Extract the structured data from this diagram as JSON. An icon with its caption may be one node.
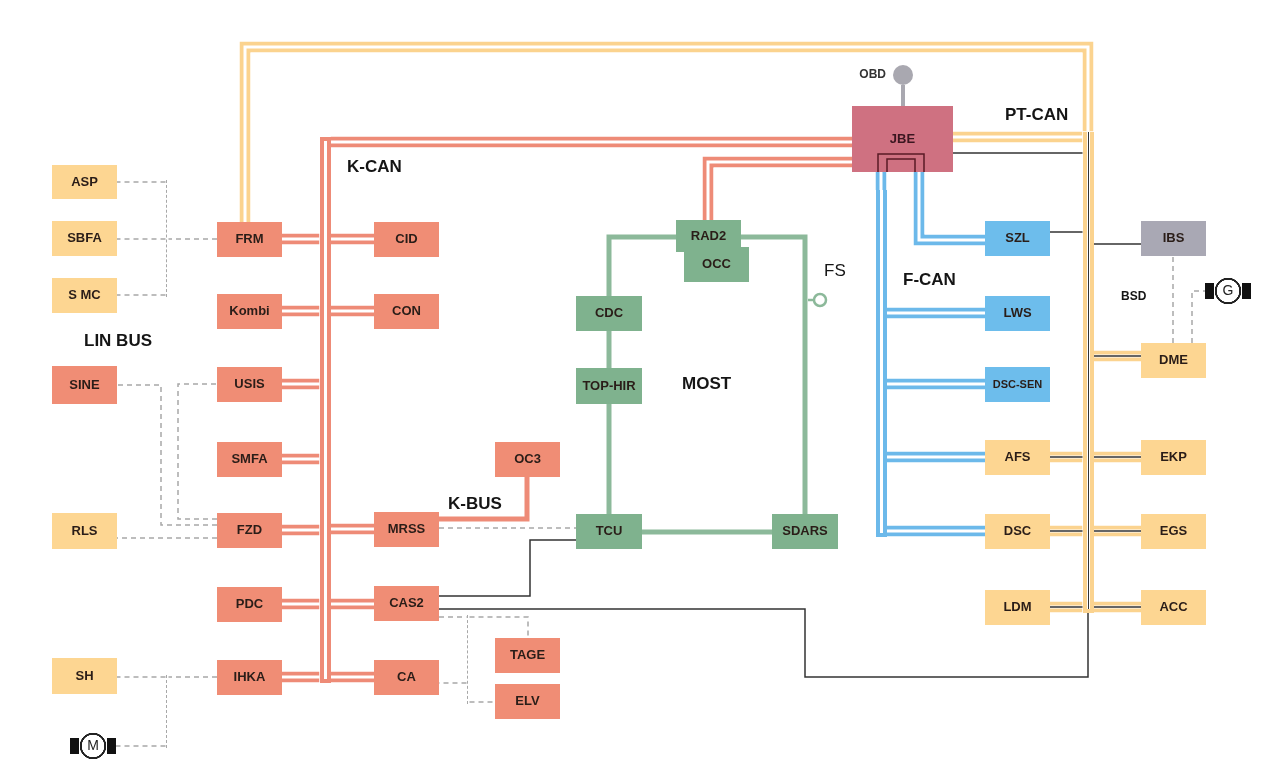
{
  "diagram": {
    "nodes": [
      {
        "text": [],
        "shape": "circle",
        "beside": [
          "OBD"
        ]
      },
      {
        "text": [
          "JBE"
        ]
      },
      {
        "text": [
          "ASP"
        ]
      },
      {
        "text": [
          "SBFA"
        ]
      },
      {
        "text": [
          "S MC"
        ]
      },
      {
        "text": [
          "FRM"
        ]
      },
      {
        "text": [
          "CID"
        ]
      },
      {
        "text": [
          "RAD2"
        ]
      },
      {
        "text": [
          "OCC"
        ]
      },
      {
        "text": [
          "SZL"
        ]
      },
      {
        "text": [
          "IBS"
        ]
      },
      {
        "text": [
          "Kombi"
        ]
      },
      {
        "text": [
          "CON"
        ]
      },
      {
        "text": [
          "CDC"
        ]
      },
      {
        "text": [
          "LWS"
        ]
      },
      {
        "text": [
          "G"
        ]
      },
      {
        "text": [
          "DME"
        ]
      },
      {
        "text": [
          "SINE"
        ]
      },
      {
        "text": [
          "USIS"
        ]
      },
      {
        "text": [
          "TOP-HIR"
        ]
      },
      {
        "text": [
          "DSC-SEN"
        ]
      },
      {
        "text": [
          "SMFA"
        ]
      },
      {
        "text": [
          "OC3"
        ]
      },
      {
        "text": [
          "AFS"
        ]
      },
      {
        "text": [
          "EKP"
        ]
      },
      {
        "text": [
          "RLS"
        ]
      },
      {
        "text": [
          "FZD"
        ]
      },
      {
        "text": [
          "MRSS"
        ]
      },
      {
        "text": [
          "TCU"
        ]
      },
      {
        "text": [
          "SDARS"
        ]
      },
      {
        "text": [
          "DSC"
        ]
      },
      {
        "text": [
          "EGS"
        ]
      },
      {
        "text": [
          "PDC"
        ]
      },
      {
        "text": [
          "CAS2"
        ]
      },
      {
        "text": [
          "LDM"
        ]
      },
      {
        "text": [
          "ACC"
        ]
      },
      {
        "text": [
          "TAGE"
        ]
      },
      {
        "text": [
          "SH"
        ]
      },
      {
        "text": [
          "IHKA"
        ]
      },
      {
        "text": [
          "CA"
        ]
      },
      {
        "text": [
          "ELV"
        ]
      },
      {
        "text": [
          "M"
        ]
      },
      {
        "text": [],
        "shape": "bar"
      },
      {
        "text": [],
        "shape": "bar"
      },
      {
        "text": [],
        "shape": "bar"
      },
      {
        "text": [],
        "shape": "bar"
      },
      {
        "text": [],
        "shape": "bar"
      },
      {
        "text": [],
        "shape": "bar"
      }
    ],
    "edges": [
      {
        "from": 0,
        "to": 1,
        "arrow": "none",
        "color": "#a9a8b0"
      },
      {
        "from": 1,
        "to": 42,
        "arrow": "none",
        "style": "thick",
        "color": "#ee8b77"
      },
      {
        "from": 1,
        "to": 7,
        "arrow": "none",
        "style": "thick",
        "color": "#ee8b77"
      },
      {
        "from": 42,
        "to": 5,
        "arrow": "none",
        "style": "thick",
        "color": "#ee8b77"
      },
      {
        "from": 42,
        "to": 6,
        "arrow": "none",
        "style": "thick",
        "color": "#ee8b77"
      },
      {
        "from": 42,
        "to": 11,
        "arrow": "none",
        "style": "thick",
        "color": "#ee8b77"
      },
      {
        "from": 42,
        "to": 12,
        "arrow": "none",
        "style": "thick",
        "color": "#ee8b77"
      },
      {
        "from": 42,
        "to": 18,
        "arrow": "none",
        "style": "thick",
        "color": "#ee8b77"
      },
      {
        "from": 42,
        "to": 21,
        "arrow": "none",
        "style": "thick",
        "color": "#ee8b77"
      },
      {
        "from": 42,
        "to": 26,
        "arrow": "none",
        "style": "thick",
        "color": "#ee8b77"
      },
      {
        "from": 42,
        "to": 27,
        "arrow": "none",
        "style": "thick",
        "color": "#ee8b77"
      },
      {
        "from": 42,
        "to": 32,
        "arrow": "none",
        "style": "thick",
        "color": "#ee8b77"
      },
      {
        "from": 42,
        "to": 33,
        "arrow": "none",
        "style": "thick",
        "color": "#ee8b77"
      },
      {
        "from": 42,
        "to": 38,
        "arrow": "none",
        "style": "thick",
        "color": "#ee8b77"
      },
      {
        "from": 42,
        "to": 39,
        "arrow": "none",
        "style": "thick",
        "color": "#ee8b77"
      },
      {
        "from": 1,
        "to": 43,
        "arrow": "none",
        "style": "thick",
        "color": "#fbd38f"
      },
      {
        "from": 43,
        "to": 5,
        "arrow": "none",
        "style": "thick",
        "color": "#fbd38f"
      },
      {
        "from": 43,
        "to": 16,
        "arrow": "none",
        "style": "thick",
        "color": "#fbd38f"
      },
      {
        "from": 43,
        "to": 23,
        "arrow": "none",
        "style": "thick",
        "color": "#fbd38f"
      },
      {
        "from": 43,
        "to": 24,
        "arrow": "none",
        "style": "thick",
        "color": "#fbd38f"
      },
      {
        "from": 43,
        "to": 30,
        "arrow": "none",
        "style": "thick",
        "color": "#fbd38f"
      },
      {
        "from": 43,
        "to": 31,
        "arrow": "none",
        "style": "thick",
        "color": "#fbd38f"
      },
      {
        "from": 43,
        "to": 34,
        "arrow": "none",
        "style": "thick",
        "color": "#fbd38f"
      },
      {
        "from": 43,
        "to": 35,
        "arrow": "none",
        "style": "thick",
        "color": "#fbd38f"
      },
      {
        "from": 1,
        "to": 44,
        "arrow": "none",
        "style": "thick",
        "color": "#6cb9ea"
      },
      {
        "from": 1,
        "to": 9,
        "arrow": "none",
        "style": "thick",
        "color": "#6cb9ea"
      },
      {
        "from": 44,
        "to": 14,
        "arrow": "none",
        "style": "thick",
        "color": "#6cb9ea"
      },
      {
        "from": 44,
        "to": 20,
        "arrow": "none",
        "style": "thick",
        "color": "#6cb9ea"
      },
      {
        "from": 44,
        "to": 23,
        "arrow": "none",
        "style": "thick",
        "color": "#6cb9ea"
      },
      {
        "from": 44,
        "to": 30,
        "arrow": "none",
        "style": "thick",
        "color": "#6cb9ea"
      },
      {
        "from": 7,
        "to": 13,
        "arrow": "none",
        "color": "#8cb99a"
      },
      {
        "from": 13,
        "to": 19,
        "arrow": "none",
        "color": "#8cb99a"
      },
      {
        "from": 19,
        "to": 28,
        "arrow": "none",
        "color": "#8cb99a"
      },
      {
        "from": 28,
        "to": 29,
        "arrow": "none",
        "color": "#8cb99a"
      },
      {
        "from": 29,
        "to": 7,
        "arrow": "none",
        "color": "#8cb99a"
      },
      {
        "from": 27,
        "to": 22,
        "arrow": "none",
        "color": "#ee8b77",
        "label": "K-BUS"
      },
      {
        "from": 1,
        "to": 43,
        "arrow": "none",
        "color": "#333333"
      },
      {
        "from": 43,
        "to": 9,
        "arrow": "none",
        "color": "#333333"
      },
      {
        "from": 43,
        "to": 10,
        "arrow": "none",
        "color": "#333333"
      },
      {
        "from": 43,
        "to": 16,
        "arrow": "none",
        "color": "#333333"
      },
      {
        "from": 43,
        "to": 23,
        "arrow": "none",
        "color": "#333333"
      },
      {
        "from": 43,
        "to": 24,
        "arrow": "none",
        "color": "#333333"
      },
      {
        "from": 43,
        "to": 30,
        "arrow": "none",
        "color": "#333333"
      },
      {
        "from": 43,
        "to": 31,
        "arrow": "none",
        "color": "#333333"
      },
      {
        "from": 43,
        "to": 34,
        "arrow": "none",
        "color": "#333333"
      },
      {
        "from": 43,
        "to": 35,
        "arrow": "none",
        "color": "#333333"
      },
      {
        "from": 43,
        "to": 33,
        "arrow": "none",
        "color": "#333333"
      },
      {
        "from": 33,
        "to": 28,
        "arrow": "none",
        "color": "#333333"
      },
      {
        "from": 27,
        "to": 28,
        "arrow": "none",
        "style": "dashed",
        "color": "#a8a8a8"
      },
      {
        "from": 5,
        "to": 45,
        "arrow": "none",
        "style": "dashed",
        "color": "#a8a8a8"
      },
      {
        "from": 45,
        "to": 2,
        "arrow": "none",
        "style": "dashed",
        "color": "#a8a8a8"
      },
      {
        "from": 45,
        "to": 3,
        "arrow": "none",
        "style": "dashed",
        "color": "#a8a8a8"
      },
      {
        "from": 45,
        "to": 4,
        "arrow": "none",
        "style": "dashed",
        "color": "#a8a8a8"
      },
      {
        "from": 26,
        "to": 17,
        "arrow": "none",
        "style": "dashed",
        "color": "#a8a8a8"
      },
      {
        "from": 26,
        "to": 18,
        "arrow": "none",
        "style": "dashed",
        "color": "#a8a8a8"
      },
      {
        "from": 26,
        "to": 25,
        "arrow": "none",
        "style": "dashed",
        "color": "#a8a8a8"
      },
      {
        "from": 38,
        "to": 47,
        "arrow": "none",
        "style": "dashed",
        "color": "#a8a8a8"
      },
      {
        "from": 47,
        "to": 37,
        "arrow": "none",
        "style": "dashed",
        "color": "#a8a8a8"
      },
      {
        "from": 47,
        "to": 41,
        "arrow": "none",
        "style": "dashed",
        "color": "#a8a8a8"
      },
      {
        "from": 33,
        "to": 46,
        "arrow": "none",
        "style": "dashed",
        "color": "#a8a8a8"
      },
      {
        "from": 46,
        "to": 36,
        "arrow": "none",
        "style": "dashed",
        "color": "#a8a8a8"
      },
      {
        "from": 46,
        "to": 39,
        "arrow": "none",
        "style": "dashed",
        "color": "#a8a8a8"
      },
      {
        "from": 46,
        "to": 40,
        "arrow": "none",
        "style": "dashed",
        "color": "#a8a8a8"
      },
      {
        "from": 16,
        "to": 10,
        "arrow": "none",
        "style": "dashed",
        "color": "#a8a8a8"
      },
      {
        "from": 16,
        "to": 15,
        "arrow": "none",
        "style": "dashed",
        "color": "#a8a8a8"
      }
    ],
    "labels": [
      "PT-CAN",
      "K-CAN",
      "FS",
      "F-CAN",
      "BSD",
      "LIN BUS",
      "MOST"
    ]
  }
}
